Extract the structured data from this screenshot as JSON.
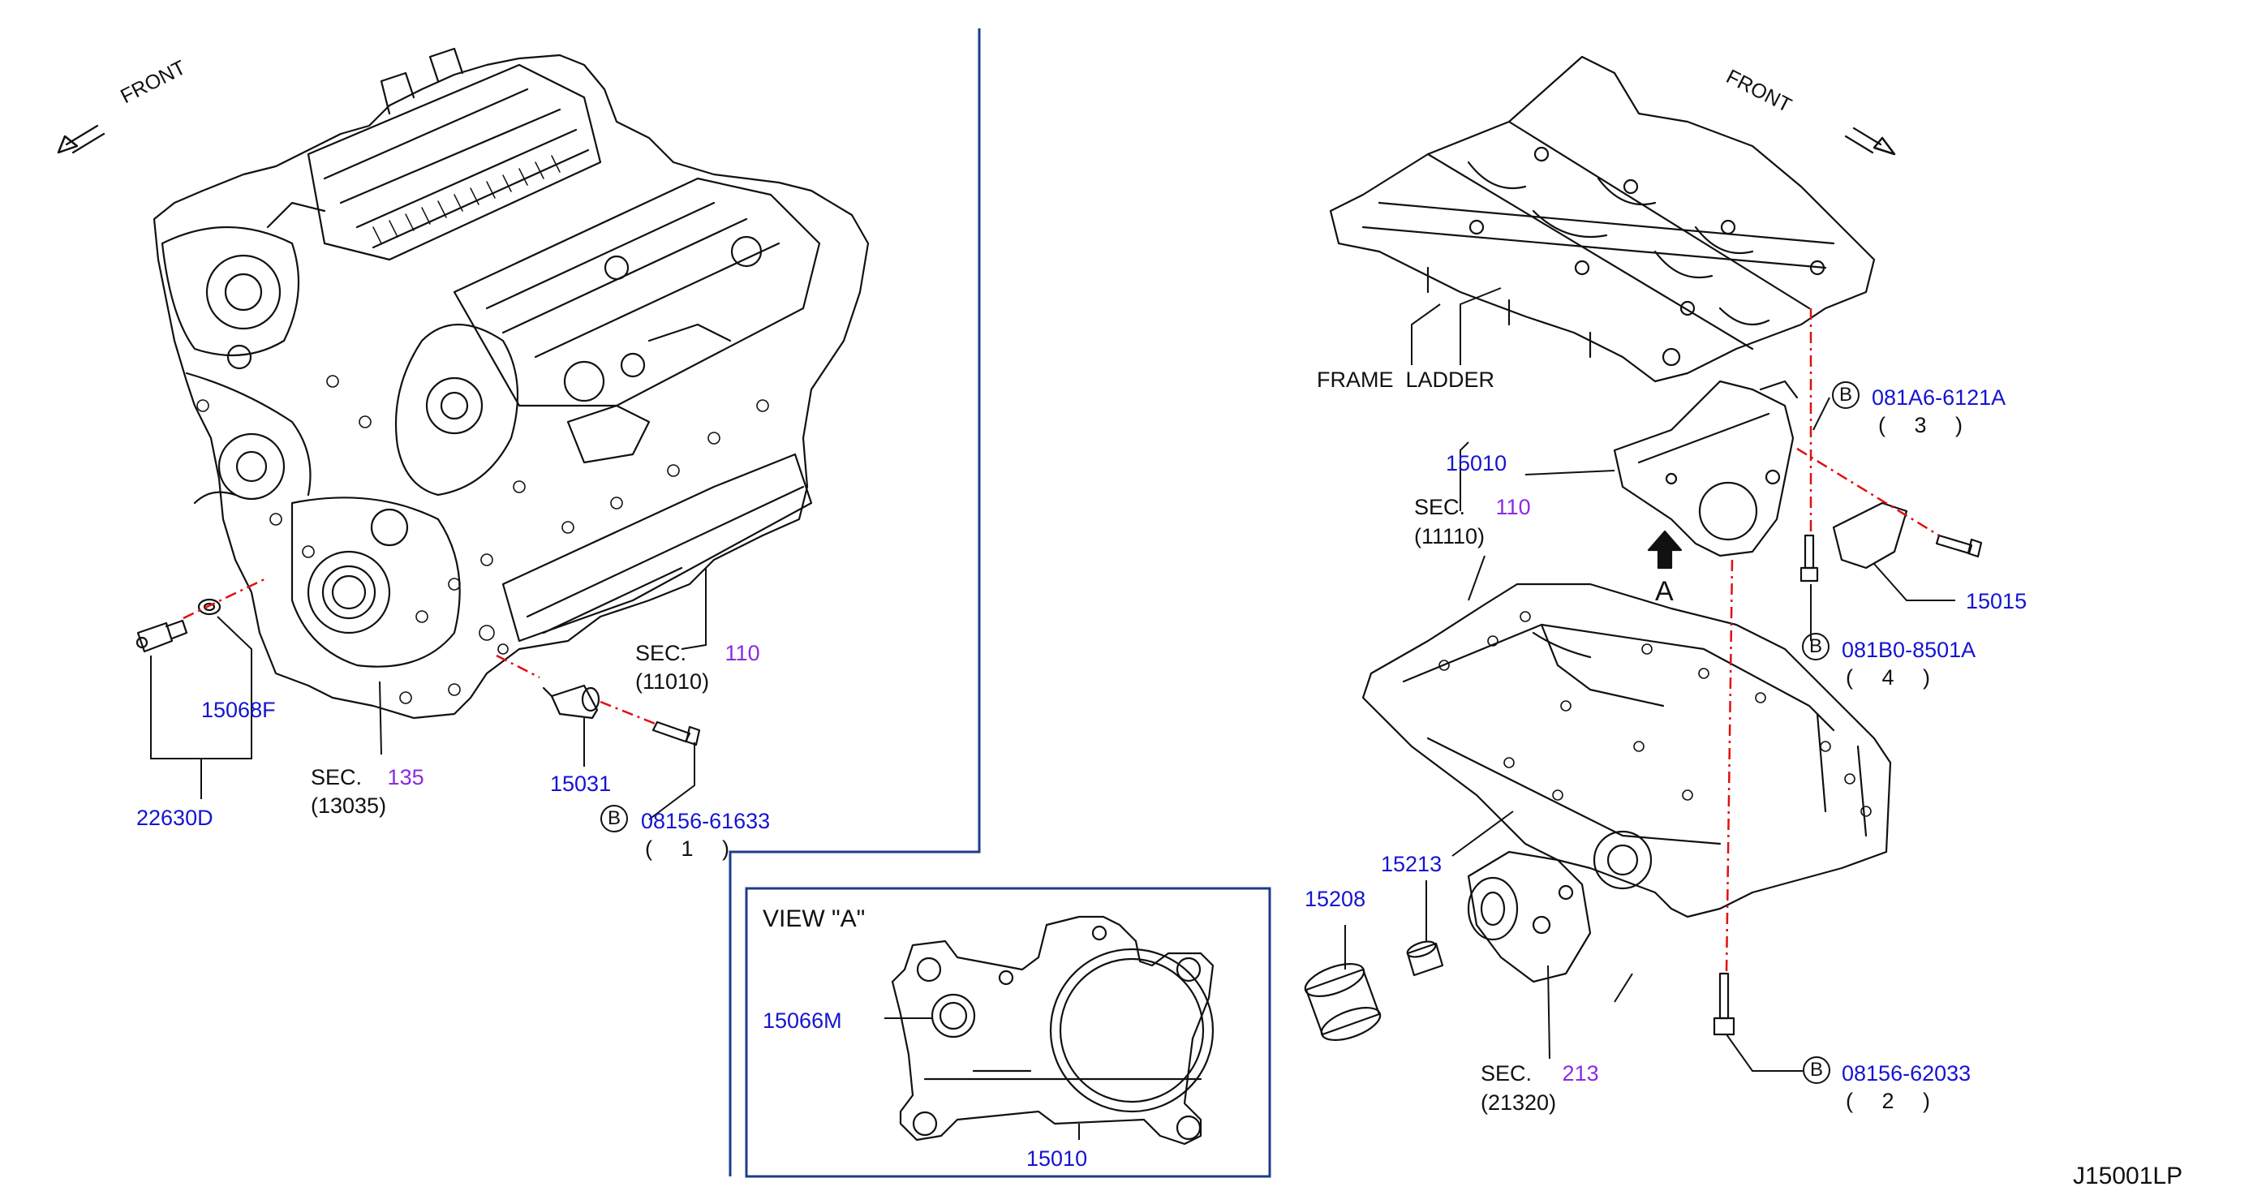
{
  "diagram_code": "J15001LP",
  "front_left": "FRONT",
  "front_right": "FRONT",
  "view_label": "VIEW \"A\"",
  "arrow_letter": "A",
  "frame_ladder": "FRAME  LADDER",
  "circle_letter": "B",
  "parts": {
    "p15068F": "15068F",
    "p22630D": "22630D",
    "p15031": "15031",
    "p15010_upper": "15010",
    "p15015": "15015",
    "p15208": "15208",
    "p15213": "15213",
    "p15066M": "15066M",
    "p15010_view": "15010"
  },
  "fasteners": [
    {
      "part": "08156-61633",
      "qty": "( 1 )"
    },
    {
      "part": "081A6-6121A",
      "qty": "( 3 )"
    },
    {
      "part": "081B0-8501A",
      "qty": "( 4 )"
    },
    {
      "part": "08156-62033",
      "qty": "( 2 )"
    }
  ],
  "sections": [
    {
      "sec": "SEC.",
      "num": "135",
      "code": "(13035)"
    },
    {
      "sec": "SEC.",
      "num": "110",
      "code": "(11010)"
    },
    {
      "sec": "SEC.",
      "num": "110",
      "code": "(11110)"
    },
    {
      "sec": "SEC.",
      "num": "213",
      "code": "(21320)"
    }
  ],
  "colors": {
    "part_number": "#1414d2",
    "section_number": "#8a2be2",
    "line_art": "#111111",
    "divider": "#1e3c8c",
    "callout_red": "#e01010"
  }
}
